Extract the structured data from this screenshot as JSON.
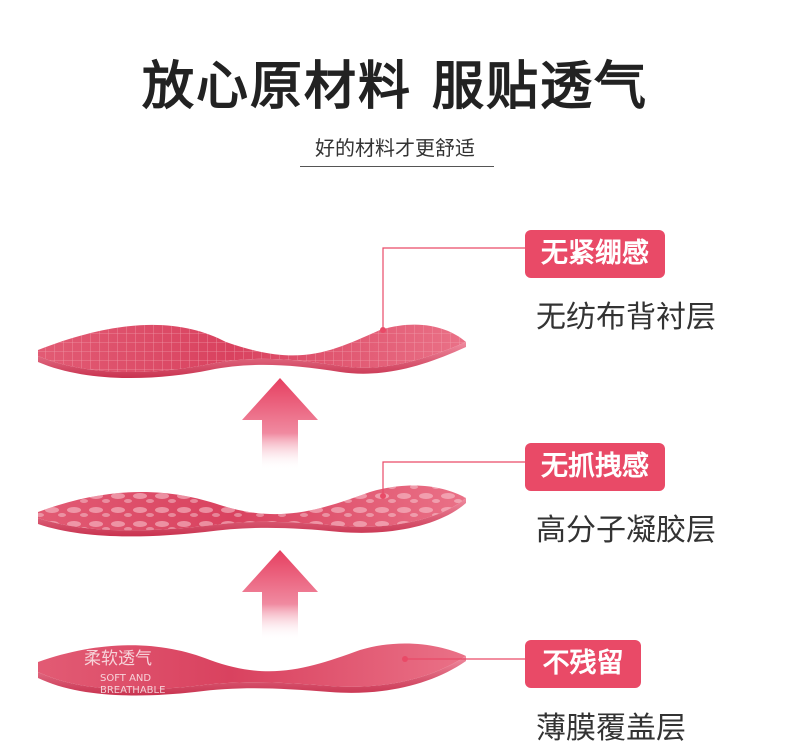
{
  "header": {
    "title": "放心原材料 服贴透气",
    "subtitle": "好的材料才更舒适"
  },
  "layers": [
    {
      "badge": "无紧绷感",
      "name": "无纺布背衬层"
    },
    {
      "badge": "无抓拽感",
      "name": "高分子凝胶层"
    },
    {
      "badge": "不残留",
      "name": "薄膜覆盖层"
    }
  ],
  "sheet_text": {
    "line1": "SOFT AND",
    "line2": "BREATHABLE",
    "chinese": "柔软透气"
  },
  "colors": {
    "accent": "#e94a67",
    "sheet": "#e86a80",
    "arrow": "#e9506c"
  }
}
